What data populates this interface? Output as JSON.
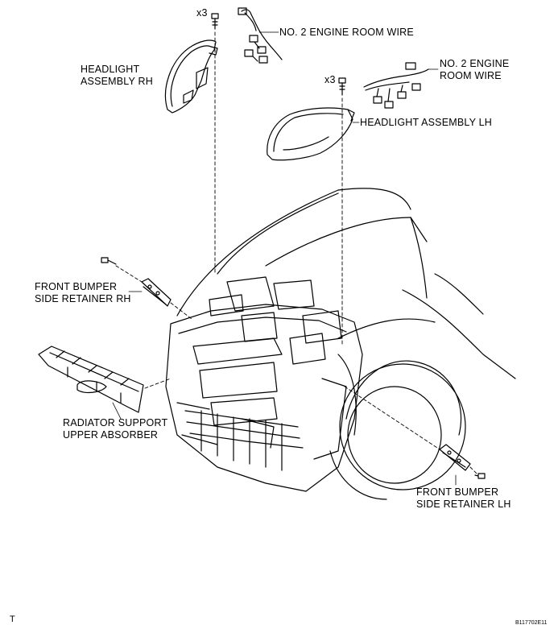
{
  "labels": {
    "qty_rh": "x3",
    "qty_lh": "x3",
    "wire_rh": "NO. 2 ENGINE ROOM WIRE",
    "wire_lh_line1": "NO. 2 ENGINE",
    "wire_lh_line2": "ROOM WIRE",
    "headlight_rh_line1": "HEADLIGHT",
    "headlight_rh_line2": "ASSEMBLY RH",
    "headlight_lh": "HEADLIGHT ASSEMBLY LH",
    "retainer_rh_line1": "FRONT BUMPER",
    "retainer_rh_line2": "SIDE RETAINER RH",
    "absorber_line1": "RADIATOR SUPPORT",
    "absorber_line2": "UPPER ABSORBER",
    "retainer_lh_line1": "FRONT BUMPER",
    "retainer_lh_line2": "SIDE RETAINER LH"
  },
  "corner_mark": "T",
  "figure_code": "B117702E11"
}
